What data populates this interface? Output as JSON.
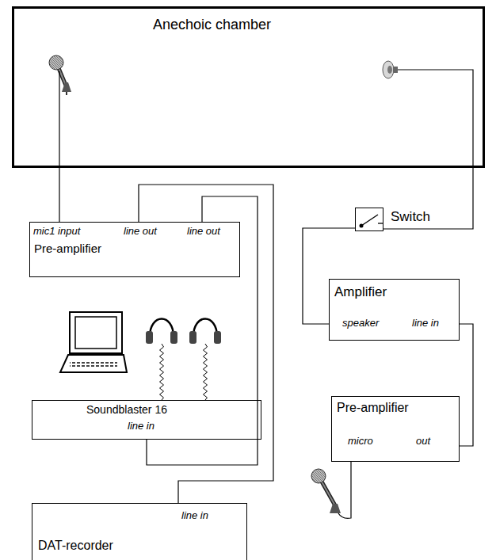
{
  "diagram": {
    "nodes": [
      {
        "text": [
          "Anechoic chamber"
        ]
      },
      {
        "text": [
          "mic1 input",
          "line out",
          "line out",
          "Pre-amplifier"
        ]
      },
      {
        "text": [
          "Soundblaster 16",
          "line in"
        ]
      },
      {
        "text": [
          "line in",
          "DAT-recorder"
        ]
      },
      {
        "text": [
          "Switch"
        ]
      },
      {
        "text": [
          "Amplifier",
          "speaker",
          "line in"
        ]
      },
      {
        "text": [
          "Pre-amplifier",
          "micro",
          "out"
        ]
      }
    ],
    "edges": [
      {
        "from": 1,
        "to": 3,
        "arrow": "none"
      },
      {
        "from": 1,
        "to": 2,
        "arrow": "none"
      },
      {
        "from": 4,
        "to": 5,
        "arrow": "none"
      },
      {
        "from": 5,
        "to": 6,
        "arrow": "none"
      }
    ]
  }
}
